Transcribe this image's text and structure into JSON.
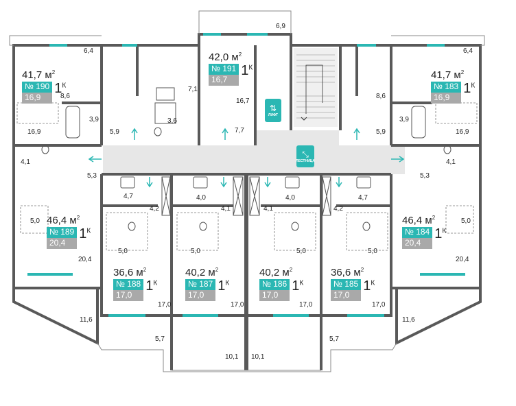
{
  "colors": {
    "wall": "#595959",
    "accent": "#2bb7b3",
    "corridor": "#e7e7e7",
    "number_box": "#2bb7b3",
    "living_box": "#a9a9a9",
    "arrow": "#2bb7b3"
  },
  "labels": {
    "lift": "ЛИФТ",
    "stairs": "ЛЕСТНИЦА"
  },
  "icons": {
    "lift": "lift-people-icon",
    "stairs": "stairs-icon"
  },
  "apartments": [
    {
      "area": "41,7",
      "unit": "м",
      "sup": "2",
      "number": "№ 190",
      "rooms": "1",
      "rooms_sup": "К",
      "living": "16,9"
    },
    {
      "area": "42,0",
      "unit": "м",
      "sup": "2",
      "number": "№ 191",
      "rooms": "1",
      "rooms_sup": "К",
      "living": "16,7"
    },
    {
      "area": "41,7",
      "unit": "м",
      "sup": "2",
      "number": "№ 183",
      "rooms": "1",
      "rooms_sup": "К",
      "living": "16,9"
    },
    {
      "area": "46,4",
      "unit": "м",
      "sup": "2",
      "number": "№ 189",
      "rooms": "1",
      "rooms_sup": "К",
      "living": "20,4"
    },
    {
      "area": "46,4",
      "unit": "м",
      "sup": "2",
      "number": "№ 184",
      "rooms": "1",
      "rooms_sup": "К",
      "living": "20,4"
    },
    {
      "area": "36,6",
      "unit": "м",
      "sup": "2",
      "number": "№ 188",
      "rooms": "1",
      "rooms_sup": "К",
      "living": "17,0"
    },
    {
      "area": "40,2",
      "unit": "м",
      "sup": "2",
      "number": "№ 187",
      "rooms": "1",
      "rooms_sup": "К",
      "living": "17,0"
    },
    {
      "area": "40,2",
      "unit": "м",
      "sup": "2",
      "number": "№ 186",
      "rooms": "1",
      "rooms_sup": "К",
      "living": "17,0"
    },
    {
      "area": "36,6",
      "unit": "м",
      "sup": "2",
      "number": "№ 185",
      "rooms": "1",
      "rooms_sup": "К",
      "living": "17,0"
    }
  ],
  "room_labels": [
    "6,9",
    "6,4",
    "6,4",
    "8,6",
    "7,1",
    "8,6",
    "16,7",
    "3,9",
    "3,6",
    "3,9",
    "16,9",
    "5,9",
    "7,7",
    "5,9",
    "16,9",
    "4,1",
    "4,1",
    "5,3",
    "5,3",
    "4,7",
    "4,0",
    "4,0",
    "4,7",
    "4,2",
    "4,1",
    "4,1",
    "4,2",
    "5,0",
    "5,0",
    "5,0",
    "5,0",
    "5,0",
    "5,0",
    "20,4",
    "20,4",
    "17,0",
    "17,0",
    "17,0",
    "17,0",
    "11,6",
    "11,6",
    "5,7",
    "5,7",
    "10,1",
    "10,1"
  ]
}
